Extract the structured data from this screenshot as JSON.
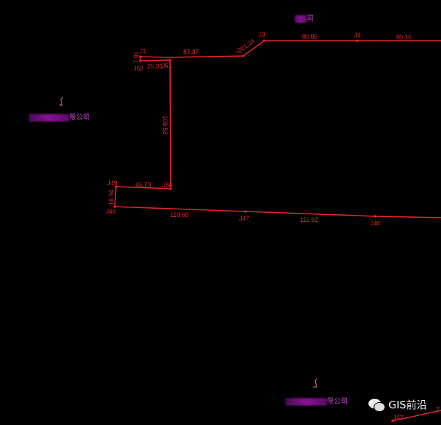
{
  "colors": {
    "line": "#e8262a",
    "company_text": "#c84fd0",
    "marker": "#f08080",
    "background": "#000000"
  },
  "points": [
    "J1",
    "J2",
    "J3",
    "J4",
    "J52",
    "J51",
    "J50",
    "J49",
    "J48",
    "J47",
    "J46",
    "J42"
  ],
  "segment_lengths": {
    "j1_j52": "7.91",
    "j1_j2": "87.37",
    "j2_j3": "21.34",
    "j3_j4": "80.05",
    "j4_next": "80.16",
    "j52_j51": "25.31",
    "j51_j50": "109.53",
    "j49_j50": "46.73",
    "j49_j48": "16.94",
    "j48_j47": "110.60",
    "j47_j46": "111.92",
    "j42_next": "7"
  },
  "companies": [
    {
      "visible_text": "司"
    },
    {
      "visible_text": "限公司"
    },
    {
      "visible_text": "限公司"
    }
  ],
  "watermark": {
    "icon": "wechat-icon",
    "text": "GIS前沿"
  }
}
